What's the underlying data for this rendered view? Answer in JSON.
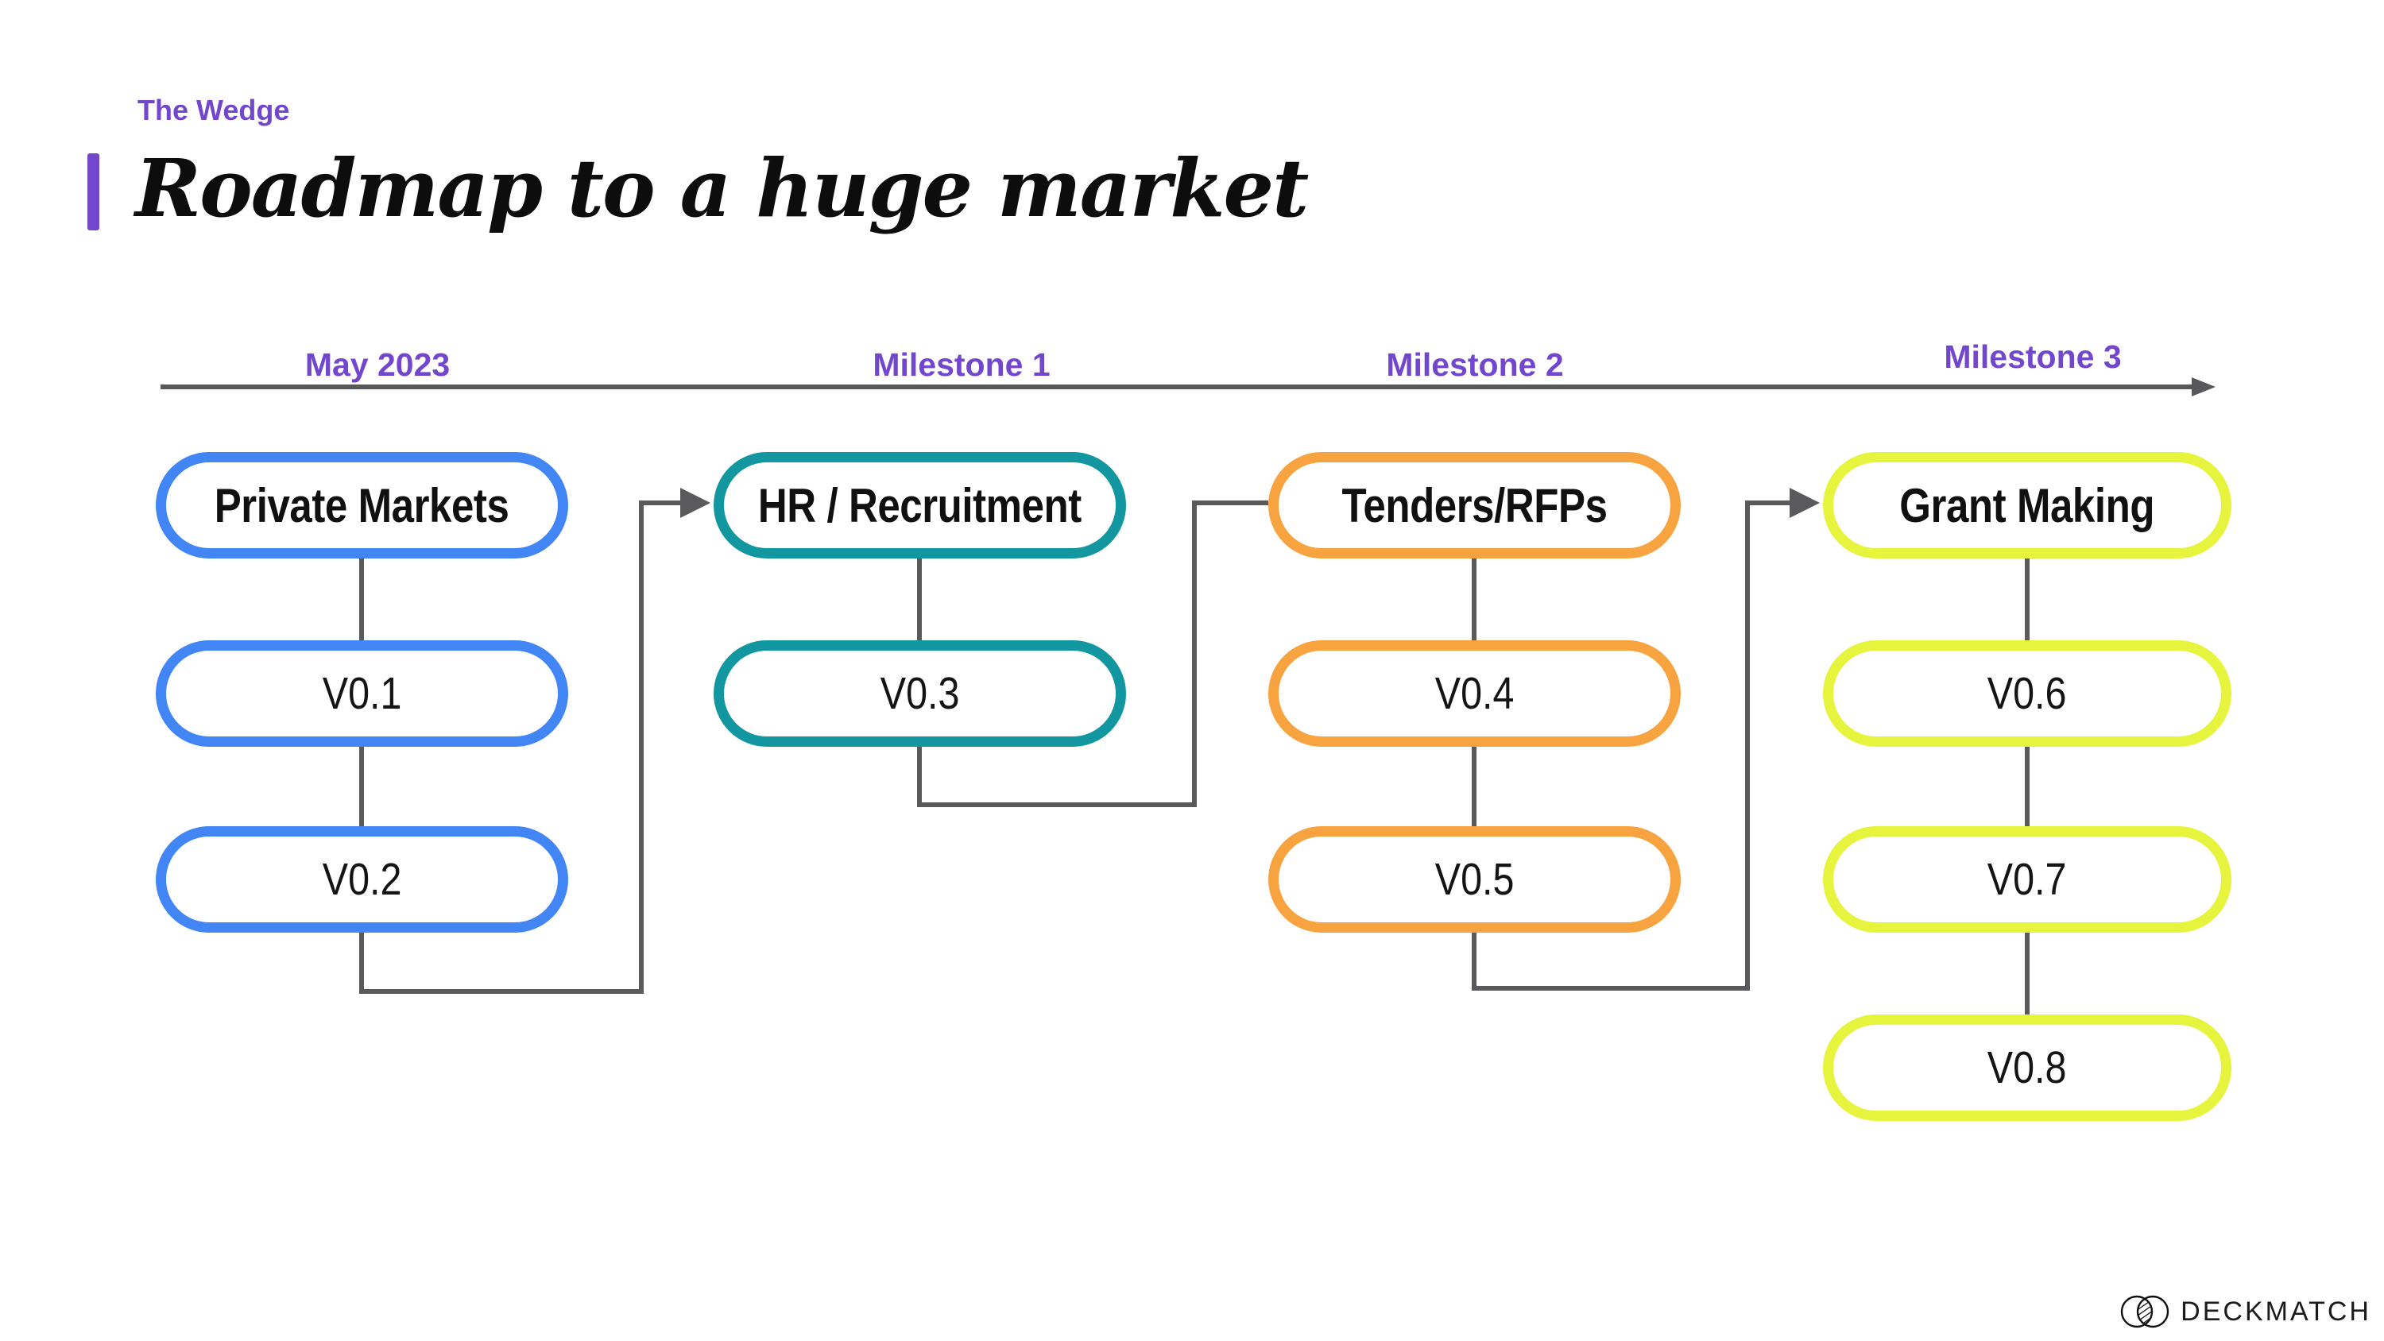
{
  "slide": {
    "eyebrow": "The Wedge",
    "title": "Roadmap to a huge market"
  },
  "timeline": {
    "labels": [
      "May 2023",
      "Milestone 1",
      "Milestone 2",
      "Milestone 3"
    ]
  },
  "columns": [
    {
      "header": "Private Markets",
      "color": "#4285F4",
      "versions": [
        "V0.1",
        "V0.2"
      ]
    },
    {
      "header": "HR / Recruitment",
      "color": "#1297A0",
      "versions": [
        "V0.3"
      ]
    },
    {
      "header": "Tenders/RFPs",
      "color": "#F7A440",
      "versions": [
        "V0.4",
        "V0.5"
      ]
    },
    {
      "header": "Grant Making",
      "color": "#E7F43E",
      "versions": [
        "V0.6",
        "V0.7",
        "V0.8"
      ]
    }
  ],
  "brand": {
    "name": "DECKMATCH",
    "icon": "venn-circles-icon"
  },
  "colors": {
    "accent_purple": "#7346CE",
    "connector_gray": "#5A5A5C",
    "node_blue": "#4285F4",
    "node_teal": "#1297A0",
    "node_orange": "#F7A440",
    "node_yellow": "#E7F43E"
  }
}
